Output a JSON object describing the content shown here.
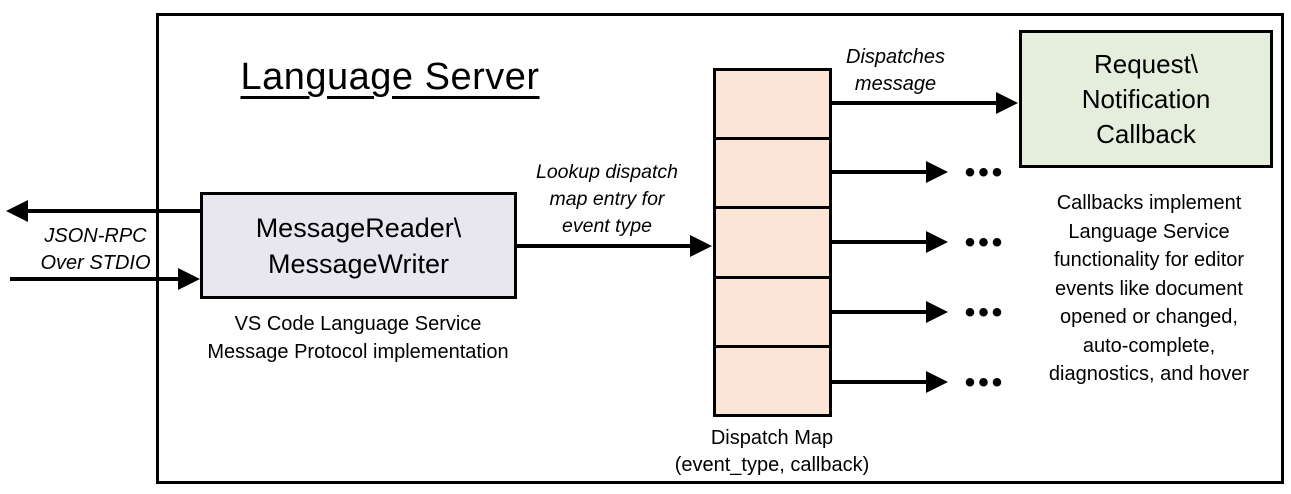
{
  "diagram": {
    "title": "Language Server",
    "message_box": {
      "label": "MessageReader\\\nMessageWriter",
      "caption": "VS Code Language Service\nMessage Protocol implementation"
    },
    "callback_box": {
      "label": "Request\\\nNotification\nCallback",
      "note": "Callbacks implement\nLanguage Service\nfunctionality for editor\nevents like document\nopened or changed,\nauto-complete,\ndiagnostics, and hover"
    },
    "dispatch_map": {
      "caption": "Dispatch Map\n(event_type, callback)",
      "entry_count": 5
    },
    "labels": {
      "json_rpc": "JSON-RPC\nOver STDIO",
      "lookup": "Lookup dispatch\nmap entry for\nevent type",
      "dispatches": "Dispatches\nmessage",
      "ellipsis": "•••"
    },
    "colors": {
      "message_box_fill": "#E8E7F0",
      "dispatch_map_fill": "#FBE5D6",
      "callback_box_fill": "#E5EEDC",
      "line": "#000000",
      "background": "#FFFFFF"
    }
  }
}
